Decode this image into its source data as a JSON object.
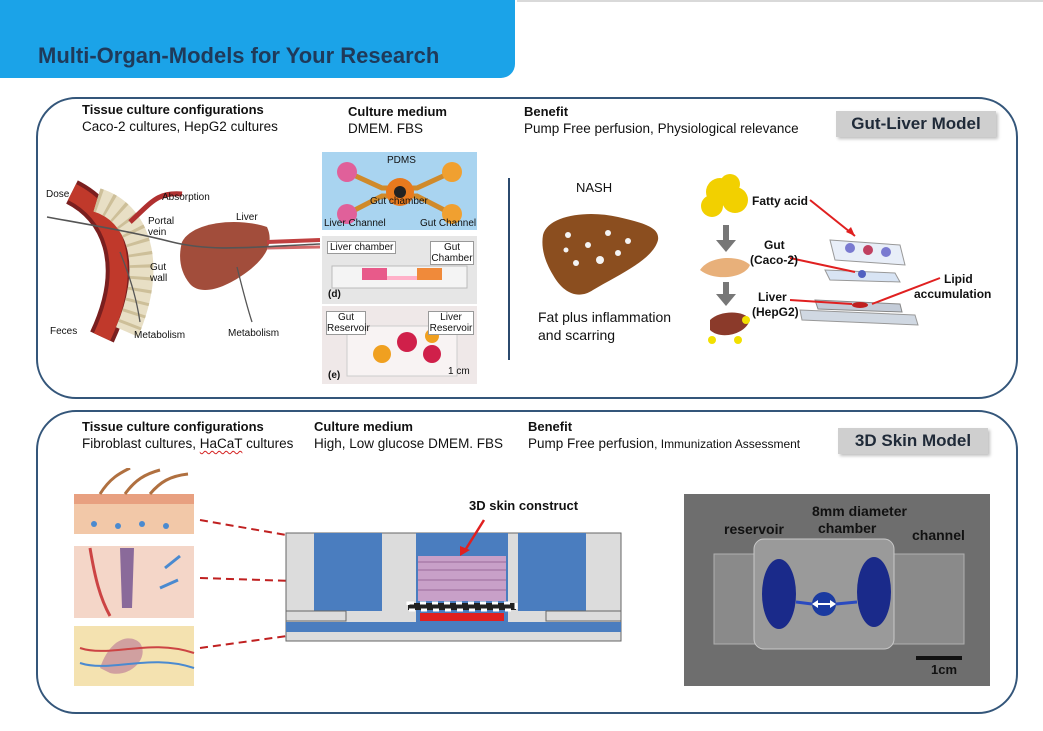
{
  "slide": {
    "title": "Multi-Organ-Models for Your Research"
  },
  "gut_liver": {
    "label": "Gut-Liver Model",
    "tissue_header": "Tissue culture configurations",
    "tissue_value": "Caco-2 cultures, HepG2 cultures",
    "medium_header": "Culture medium",
    "medium_value": "DMEM. FBS",
    "benefit_header": "Benefit",
    "benefit_value": "Pump Free perfusion, Physiological relevance",
    "anatomy": {
      "dose": "Dose",
      "absorption": "Absorption",
      "portal_vein": "Portal vein",
      "liver": "Liver",
      "gut_wall": "Gut wall",
      "feces": "Feces",
      "metabolism1": "Metabolism",
      "metabolism2": "Metabolism"
    },
    "chip": {
      "pdms": "PDMS",
      "gut_chamber": "Gut chamber",
      "liver_channel": "Liver Channel",
      "gut_channel": "Gut Channel",
      "liver_chamber": "Liver chamber",
      "gut_chamber2": "Gut Chamber",
      "panel_d": "(d)",
      "gut_reservoir": "Gut Reservoir",
      "liver_reservoir": "Liver Reservoir",
      "panel_e": "(e)",
      "scale": "1 cm"
    },
    "nash": {
      "title": "NASH",
      "caption_line1": "Fat plus inflammation",
      "caption_line2": "and scarring"
    },
    "pathway": {
      "fatty_acid": "Fatty acid",
      "gut": "Gut",
      "gut_cell": "(Caco-2)",
      "liver": "Liver",
      "liver_cell": "(HepG2)",
      "lipid1": "Lipid",
      "lipid2": "accumulation"
    }
  },
  "skin": {
    "label": "3D Skin Model",
    "tissue_header": "Tissue culture configurations",
    "tissue_value_a": "Fibroblast cultures, ",
    "tissue_value_b": "HaCaT",
    "tissue_value_c": " cultures",
    "medium_header": "Culture medium",
    "medium_value": "High, Low glucose DMEM. FBS",
    "benefit_header": "Benefit",
    "benefit_value_a": "Pump Free perfusion",
    "benefit_value_b": ", Immunization Assessment",
    "construct_label": "3D skin construct",
    "photo": {
      "reservoir": "reservoir",
      "diameter1": "8mm diameter",
      "diameter2": "chamber",
      "channel": "channel",
      "scale": "1cm"
    }
  }
}
